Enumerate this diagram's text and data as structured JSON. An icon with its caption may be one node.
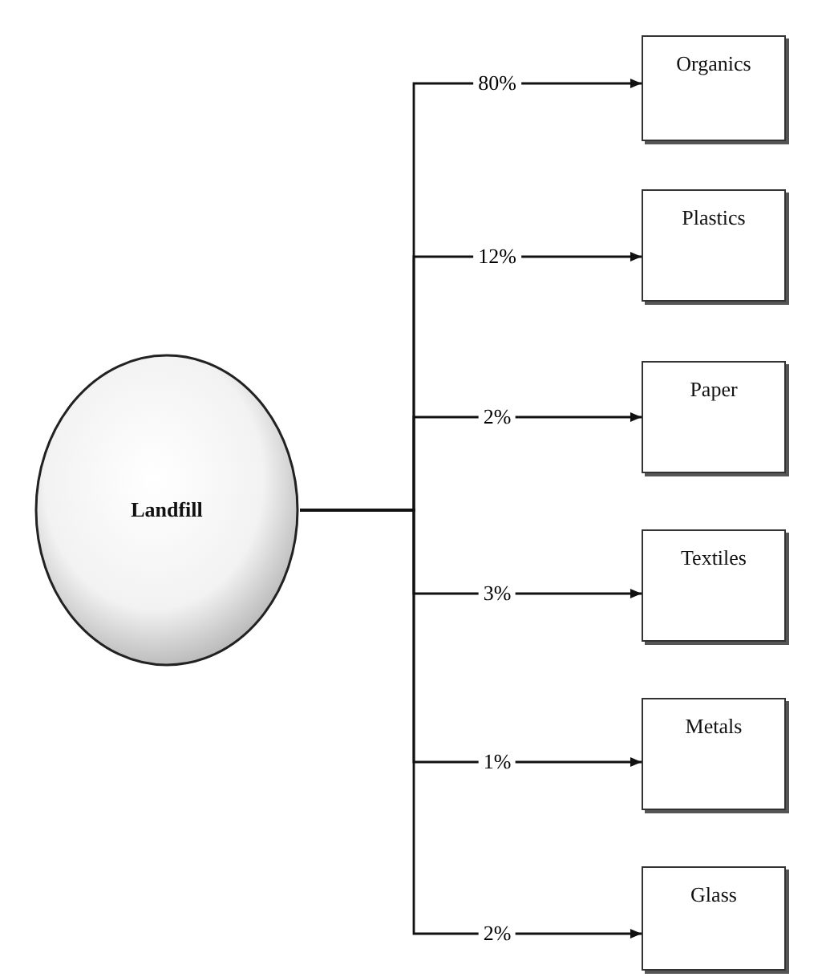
{
  "diagram": {
    "nodes": [
      {
        "text": [
          "Landfill"
        ]
      },
      {
        "text": [
          "Organics"
        ]
      },
      {
        "text": [
          "Plastics"
        ]
      },
      {
        "text": [
          "Paper"
        ]
      },
      {
        "text": [
          "Textiles"
        ]
      },
      {
        "text": [
          "Metals"
        ]
      },
      {
        "text": [
          "Glass"
        ]
      }
    ],
    "edges": [
      {
        "from": 0,
        "to": 1,
        "arrow": "to",
        "label": "80%"
      },
      {
        "from": 0,
        "to": 2,
        "arrow": "to",
        "label": "12%"
      },
      {
        "from": 0,
        "to": 3,
        "arrow": "to",
        "label": "2%"
      },
      {
        "from": 0,
        "to": 4,
        "arrow": "to",
        "label": "3%"
      },
      {
        "from": 0,
        "to": 5,
        "arrow": "to",
        "label": "1%"
      },
      {
        "from": 0,
        "to": 6,
        "arrow": "to",
        "label": "2%"
      }
    ]
  }
}
